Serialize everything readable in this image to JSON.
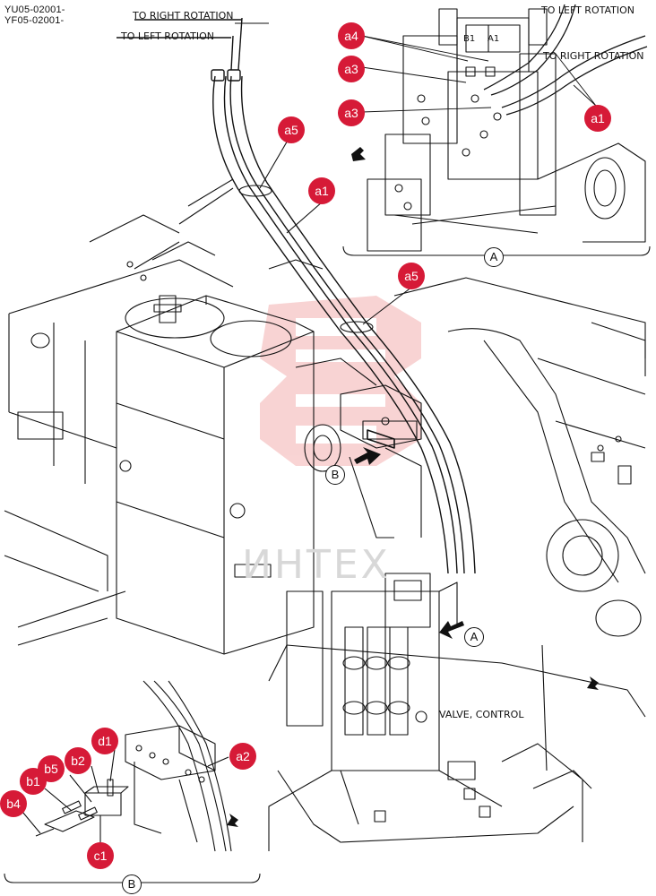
{
  "header": {
    "code_1": "YU05-02001-",
    "code_2": "YF05-02001-"
  },
  "labels": {
    "to_right_rotation": "TO RIGHT ROTATION",
    "to_left_rotation": "TO LEFT ROTATION",
    "detail_a_to_left_rotation": "TO LEFT ROTATION",
    "detail_a_to_right_rotation": "TO RIGHT ROTATION",
    "valve_control": "VALVE, CONTROL",
    "port_b1": "B1",
    "port_a1": "A1"
  },
  "callouts": [
    {
      "id": "a4",
      "label": "a4"
    },
    {
      "id": "a3-upper",
      "label": "a3"
    },
    {
      "id": "a3-lower",
      "label": "a3"
    },
    {
      "id": "a1-detail",
      "label": "a1"
    },
    {
      "id": "a5-upper",
      "label": "a5"
    },
    {
      "id": "a1-main",
      "label": "a1"
    },
    {
      "id": "a5-lower",
      "label": "a5"
    },
    {
      "id": "d1",
      "label": "d1"
    },
    {
      "id": "a2",
      "label": "a2"
    },
    {
      "id": "b2",
      "label": "b2"
    },
    {
      "id": "b5",
      "label": "b5"
    },
    {
      "id": "b1",
      "label": "b1"
    },
    {
      "id": "b4",
      "label": "b4"
    },
    {
      "id": "c1",
      "label": "c1"
    }
  ],
  "views": {
    "detail_a": "A",
    "detail_b": "B",
    "arrow_a": "A",
    "arrow_b": "B"
  },
  "watermark": "ИНТЕХ"
}
